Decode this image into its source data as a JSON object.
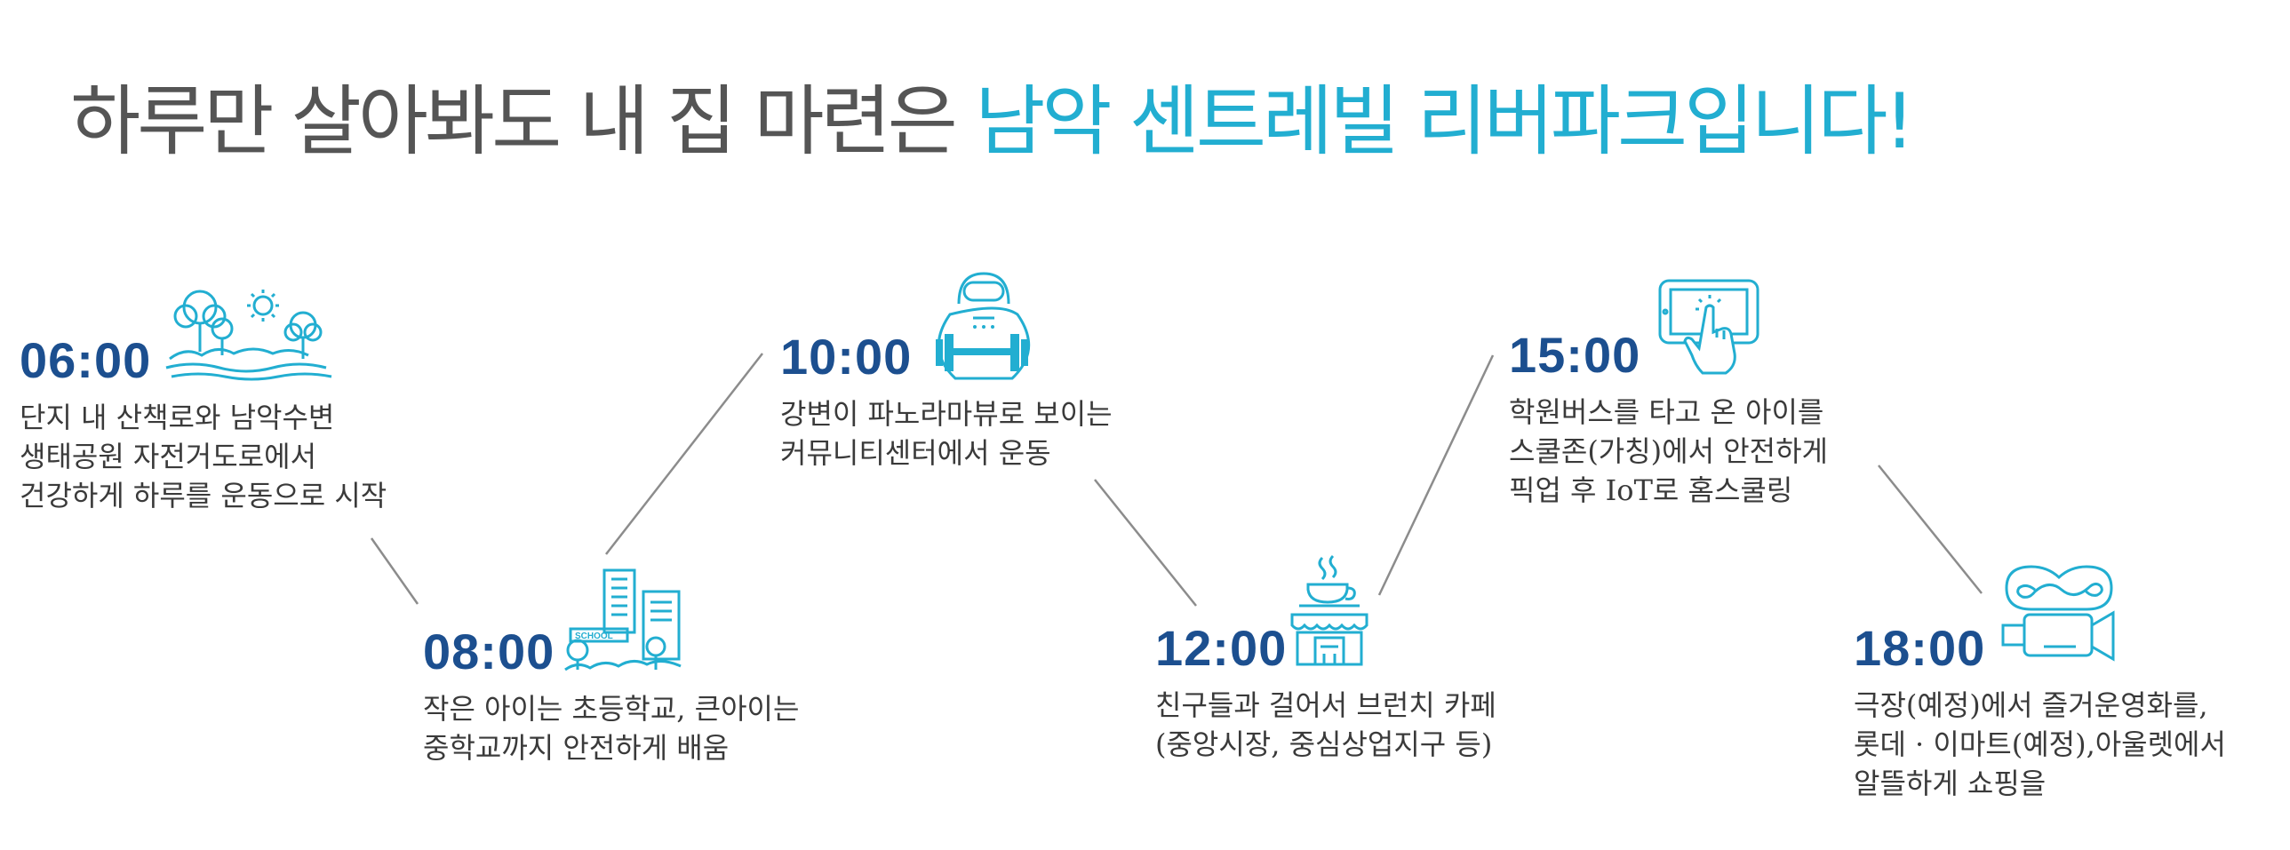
{
  "headline": {
    "lead": "하루만 살아봐도 내 집 마련은 ",
    "brand": "남악 센트레빌 리버파크입니다!",
    "lead_color": "#555555",
    "brand_color": "#22aed1"
  },
  "colors": {
    "time": "#1c4f8f",
    "icon": "#22aed1",
    "connector": "#8c8c8c",
    "text": "#3a3a3a"
  },
  "timeline": [
    {
      "time": "06:00",
      "icon": "park-trees-sun-icon",
      "lines": [
        "단지 내 산책로와 남악수변",
        "생태공원 자전거도로에서",
        "건강하게 하루를 운동으로 시작"
      ]
    },
    {
      "time": "08:00",
      "icon": "school-buildings-icon",
      "icon_text": "SCHOOL",
      "lines": [
        "작은 아이는 초등학교, 큰아이는",
        "중학교까지 안전하게 배움"
      ]
    },
    {
      "time": "10:00",
      "icon": "kettlebell-dumbbell-icon",
      "lines": [
        "강변이 파노라마뷰로 보이는",
        "커뮤니티센터에서 운동"
      ]
    },
    {
      "time": "12:00",
      "icon": "cafe-coffee-icon",
      "lines": [
        "친구들과 걸어서 브런치 카페",
        "(중앙시장, 중심상업지구 등)"
      ]
    },
    {
      "time": "15:00",
      "icon": "tablet-touch-icon",
      "lines": [
        "학원버스를 타고 온 아이를",
        "스쿨존(가칭)에서 안전하게",
        "픽업 후 IoT로 홈스쿨링"
      ]
    },
    {
      "time": "18:00",
      "icon": "movie-camera-icon",
      "lines": [
        "극장(예정)에서 즐거운영화를,",
        "롯데 · 이마트(예정),아울렛에서",
        "알뜰하게 쇼핑을"
      ]
    }
  ]
}
